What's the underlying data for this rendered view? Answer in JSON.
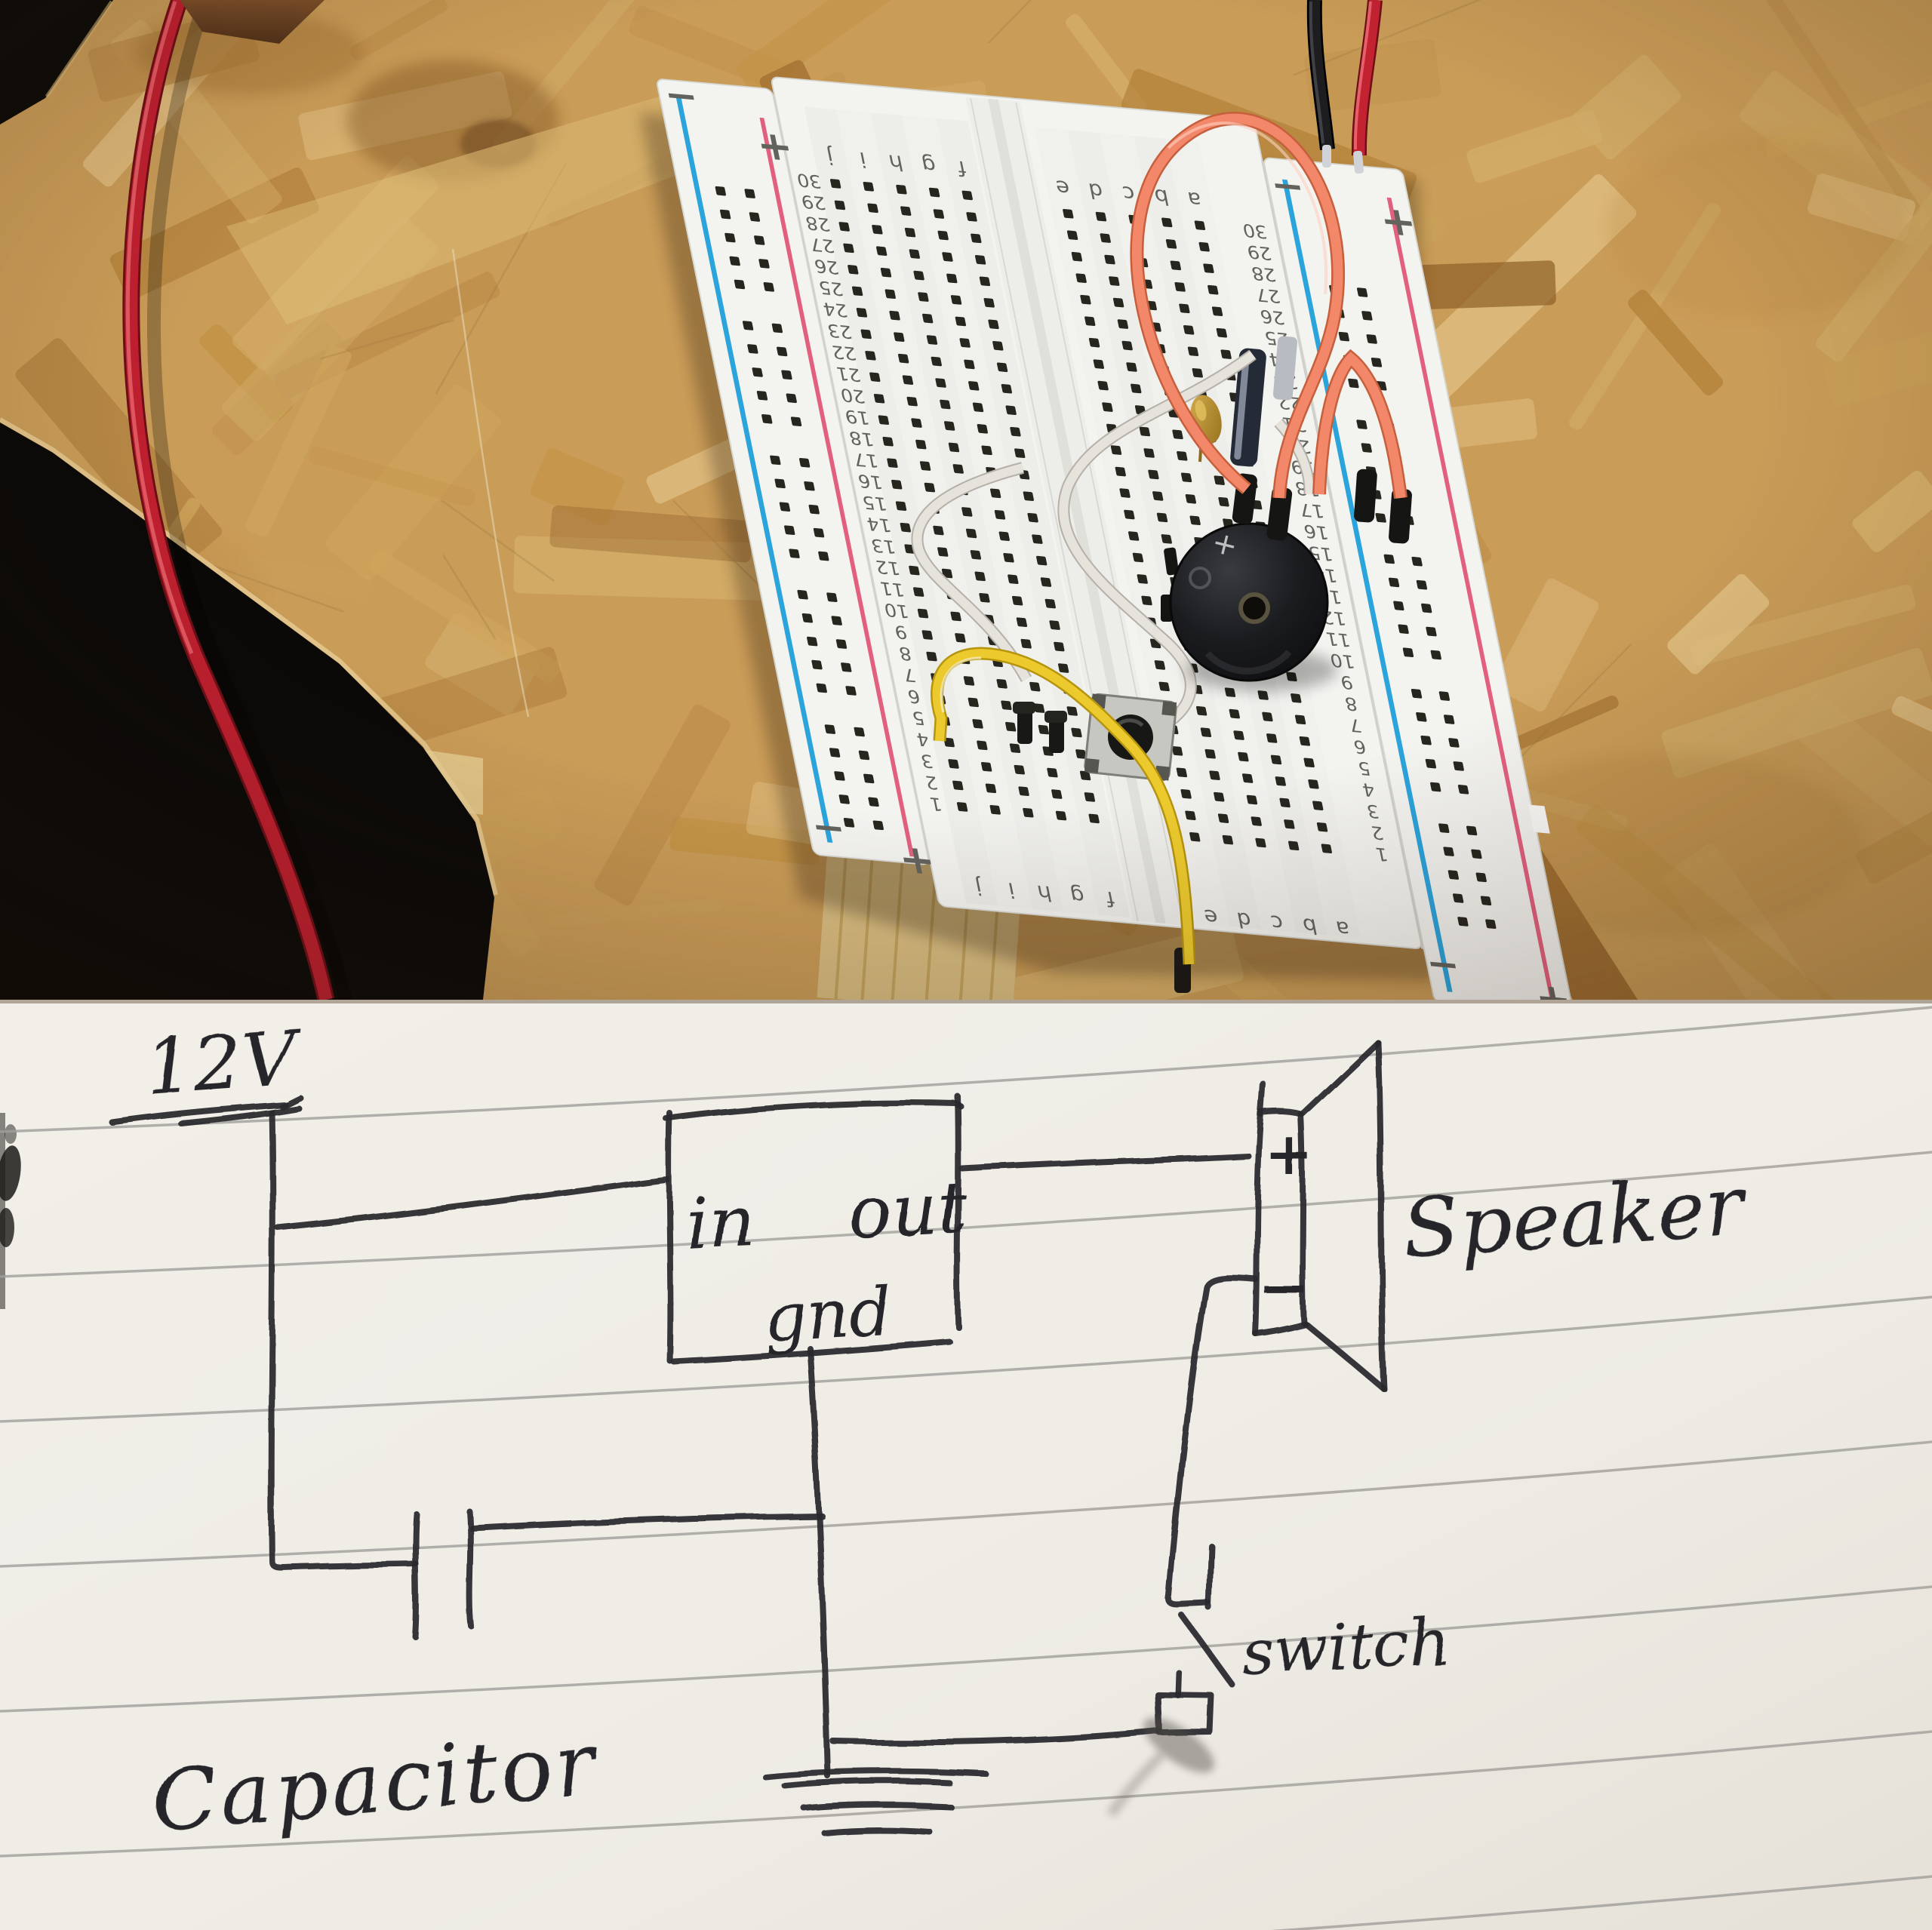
{
  "photo": {
    "breadboard": {
      "row_numbers": [
        "1",
        "2",
        "3",
        "4",
        "5",
        "6",
        "7",
        "8",
        "9",
        "10",
        "11",
        "12",
        "13",
        "14",
        "15",
        "16",
        "17",
        "18",
        "19",
        "20",
        "21",
        "22",
        "23",
        "24",
        "25",
        "26",
        "27",
        "28",
        "29",
        "30"
      ],
      "left_strip_letters": [
        "f",
        "g",
        "h",
        "i",
        "j"
      ],
      "right_strip_letters": [
        "a",
        "b",
        "c",
        "d",
        "e"
      ],
      "plus_sign": "+",
      "minus_sign": "−",
      "buzzer_plus_mark": "+"
    },
    "colors": {
      "board": "#f3f3f0",
      "rail_blue": "#2ba3db",
      "rail_pink": "#e2607e",
      "wire_red": "#c32231",
      "wire_black": "#1d1d1f",
      "wire_orange": "#f2876a",
      "wire_white": "#e6e2dc",
      "wire_yellow": "#ecca2e",
      "wood": "#c99c58"
    }
  },
  "schematic": {
    "colors": {
      "ink": "#2b2b2f",
      "paper": "#efece6",
      "ruling": "#a19f9b"
    },
    "labels": {
      "supply_voltage": "12V",
      "regulator_in": "in",
      "regulator_out": "out",
      "regulator_gnd": "gnd",
      "speaker": "Speaker",
      "speaker_plus": "+",
      "speaker_minus": "−",
      "switch_label": "switch",
      "capacitor_label": "Capacitor"
    }
  }
}
